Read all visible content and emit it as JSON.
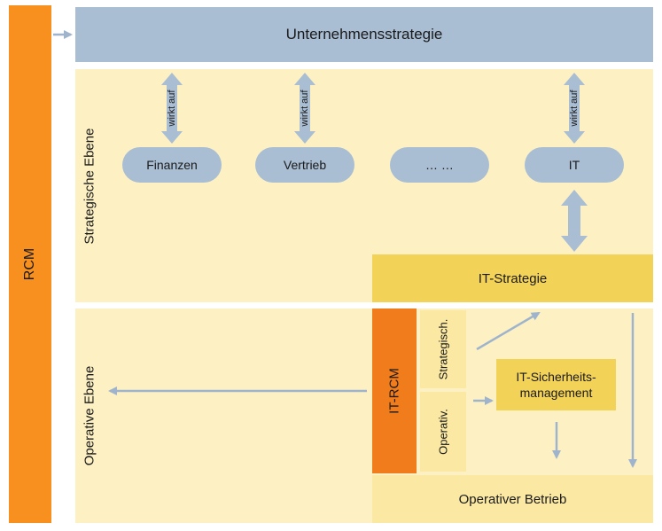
{
  "rcm": {
    "label": "RCM"
  },
  "top": {
    "label": "Unternehmensstrategie"
  },
  "levels": {
    "strategic": "Strategische Ebene",
    "operative": "Operative Ebene"
  },
  "pills": [
    "Finanzen",
    "Vertrieb",
    "… …",
    "IT"
  ],
  "wirkt_auf": [
    "wirkt auf",
    "wirkt auf",
    "wirkt auf"
  ],
  "it_strategy": {
    "label": "IT-Strategie"
  },
  "it_rcm": {
    "label": "IT-RCM",
    "strategic": "Strategisch.",
    "operative": "Operativ."
  },
  "security": {
    "line1": "IT-Sicherheits-",
    "line2": "management"
  },
  "operations": {
    "label": "Operativer Betrieb"
  },
  "colors": {
    "orange": "#f7901e",
    "blue_gray": "#a9bdd3",
    "cream": "#fdf1c4",
    "gold": "#f3d258",
    "light_yellow": "#fbe9a3",
    "arrow": "#9fb4cc"
  }
}
